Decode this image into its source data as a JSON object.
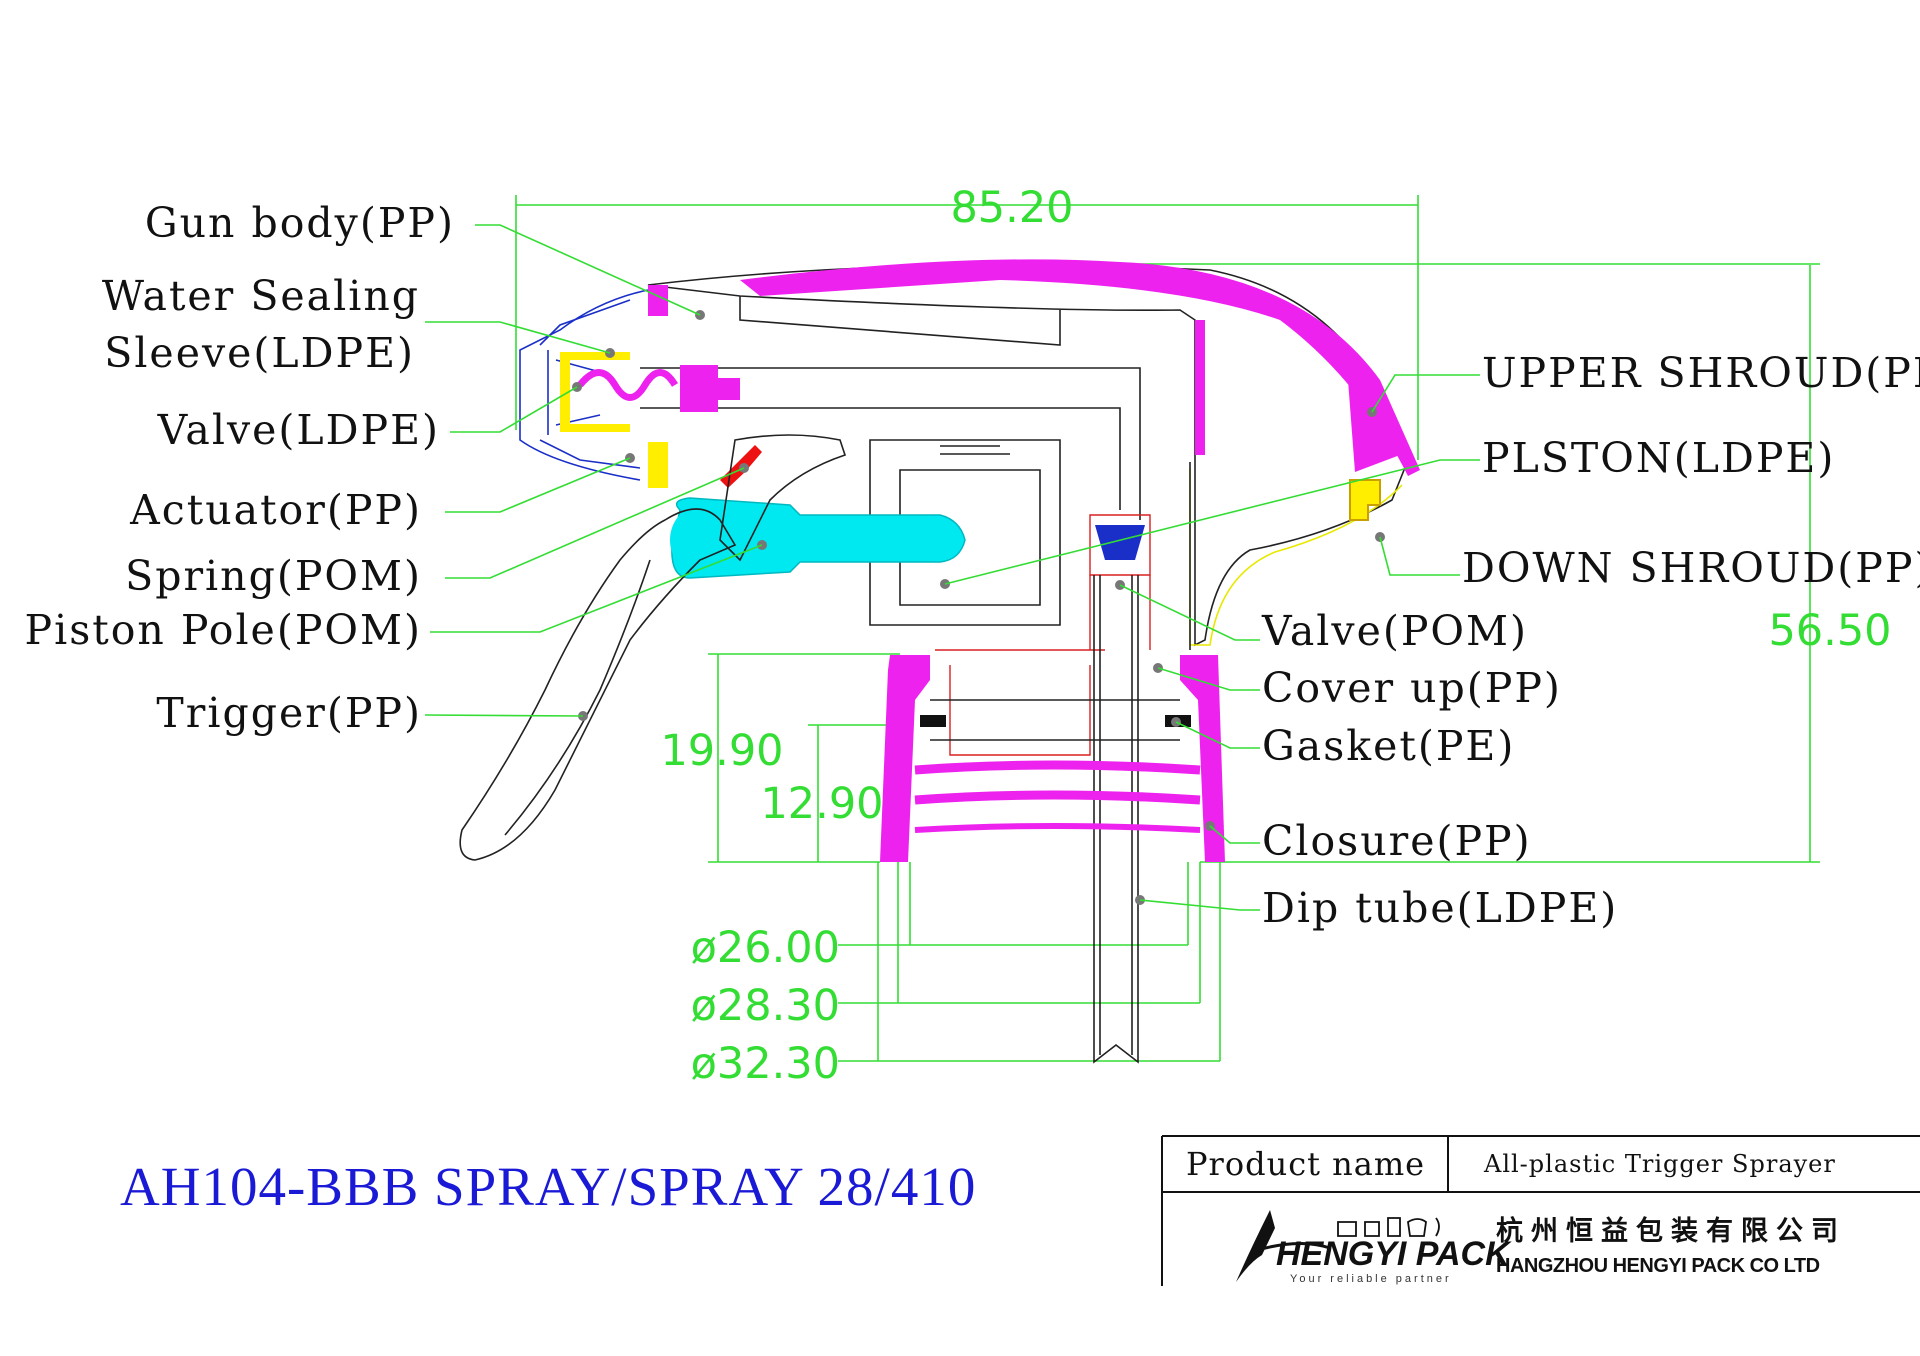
{
  "labels_left": [
    {
      "id": "gun-body",
      "text": "Gun body(PP)"
    },
    {
      "id": "water-sealing",
      "line1": "Water Sealing",
      "line2": "Sleeve(LDPE)"
    },
    {
      "id": "valve-ldpe",
      "text": "Valve(LDPE)"
    },
    {
      "id": "actuator",
      "text": "Actuator(PP)"
    },
    {
      "id": "spring",
      "text": "Spring(POM)"
    },
    {
      "id": "piston-pole",
      "text": "Piston Pole(POM)"
    },
    {
      "id": "trigger",
      "text": "Trigger(PP)"
    }
  ],
  "labels_right": [
    {
      "id": "upper-shroud",
      "text": "UPPER SHROUD(PP)"
    },
    {
      "id": "plston",
      "text": "PLSTON(LDPE)"
    },
    {
      "id": "down-shroud",
      "text": "DOWN SHROUD(PP)"
    },
    {
      "id": "valve-pom",
      "text": "Valve(POM)"
    },
    {
      "id": "cover-up",
      "text": "Cover up(PP)"
    },
    {
      "id": "gasket",
      "text": "Gasket(PE)"
    },
    {
      "id": "closure",
      "text": "Closure(PP)"
    },
    {
      "id": "dip-tube",
      "text": "Dip tube(LDPE)"
    }
  ],
  "dimensions": {
    "overall_width": "85.20",
    "overall_height": "56.50",
    "closure_height": "19.90",
    "thread_height": "12.90",
    "dia_inner": "ø26.00",
    "dia_thread": "ø28.30",
    "dia_outer": "ø32.30"
  },
  "title": "AH104-BBB SPRAY/SPRAY 28/410",
  "title_block": {
    "product_name_label": "Product name",
    "product_name_value": "All-plastic Trigger Sprayer",
    "company_cn": "杭州恒益包装有限公司",
    "company_en": "HANGZHOU HENGYI PACK CO LTD",
    "brand": "HENGYI PACK",
    "slogan": "Your reliable partner"
  },
  "colors": {
    "dimension_lines": "#33dd33",
    "shroud": "#ee22ee",
    "nozzle": "#1a2fc8",
    "piston": "#00e8f0",
    "sealing": "#ffee00",
    "title": "#1a1ad6"
  }
}
